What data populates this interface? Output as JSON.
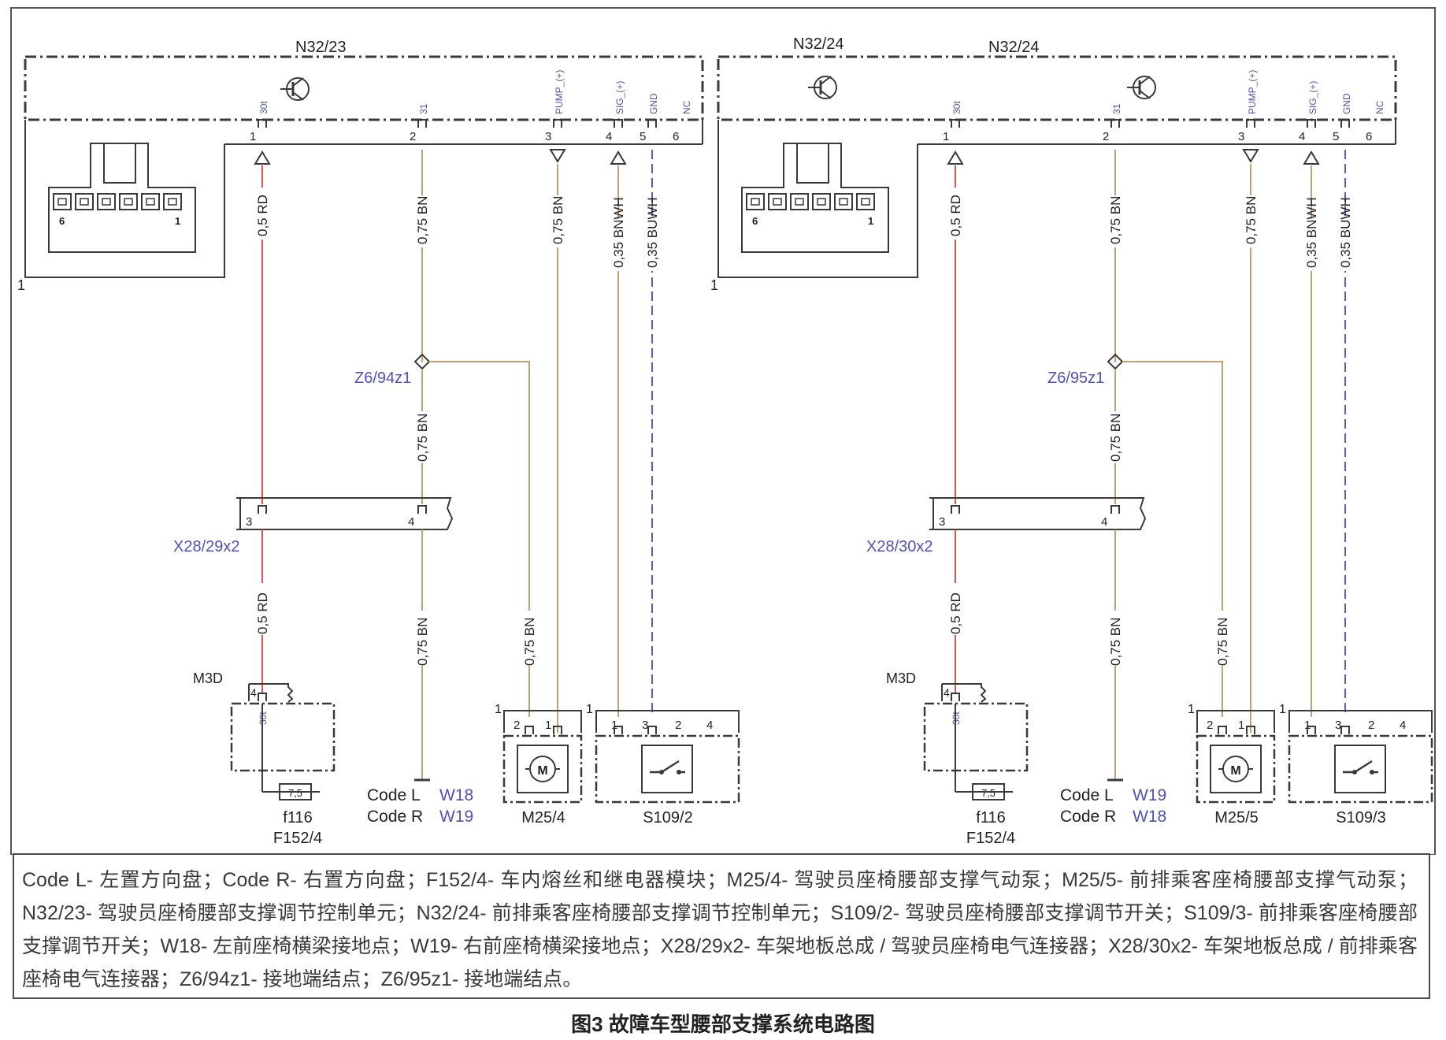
{
  "colors": {
    "frame": "#3a3a3a",
    "wire_red": "#d9534f",
    "wire_brown": "#c8a070",
    "wire_blue": "#5b5bd6",
    "pin_label": "#5050b8",
    "text": "#222222"
  },
  "blocks": [
    {
      "id": "left",
      "control_unit": "N32/23",
      "pin_functions": [
        "30t",
        "31",
        "PUMP_(+)",
        "SIG_(+)",
        "GND",
        "NC"
      ],
      "pin_numbers": [
        "1",
        "2",
        "3",
        "4",
        "5",
        "6"
      ],
      "connector_pins": [
        "6",
        "1"
      ],
      "corner_label": "1",
      "wires": [
        "0,5 RD",
        "0,75 BN",
        "0,75 BN",
        "0,35 BNWH",
        "0,35 BUWH"
      ],
      "ground_point": "Z6/94z1",
      "wire_bn_mid": "0,75 BN",
      "connector": "X28/29x2",
      "connector_pins_x": [
        "3",
        "4"
      ],
      "wire_rd_low": "0,5 RD",
      "wire_bn_low": "0,75 BN",
      "wire_bn_pump": "0,75 BN",
      "m3d": "M3D",
      "m3d_pin": "4",
      "m3d_pin_func": "30t",
      "fuse_value": "7,5",
      "fuse": "f116",
      "fuse_module": "F152/4",
      "code_l": "Code L",
      "code_l_ref": "W18",
      "code_r": "Code R",
      "code_r_ref": "W19",
      "pump": "M25/4",
      "pump_pins": [
        "2",
        "1"
      ],
      "pump_corner": "1",
      "pump_symbol": "M",
      "switch": "S109/2",
      "switch_pins": [
        "1",
        "3",
        "2",
        "4"
      ],
      "switch_corner": "1"
    },
    {
      "id": "right",
      "control_unit": "N32/24",
      "pin_functions": [
        "30t",
        "31",
        "PUMP_(+)",
        "SIG_(+)",
        "GND",
        "NC"
      ],
      "pin_numbers": [
        "1",
        "2",
        "3",
        "4",
        "5",
        "6"
      ],
      "connector_pins": [
        "6",
        "1"
      ],
      "corner_label": "1",
      "wires": [
        "0,5 RD",
        "0,75 BN",
        "0,75 BN",
        "0,35 BNWH",
        "0,35 BUWH"
      ],
      "ground_point": "Z6/95z1",
      "wire_bn_mid": "0,75 BN",
      "connector": "X28/30x2",
      "connector_pins_x": [
        "3",
        "4"
      ],
      "wire_rd_low": "0,5 RD",
      "wire_bn_low": "0,75 BN",
      "wire_bn_pump": "0,75 BN",
      "m3d": "M3D",
      "m3d_pin": "4",
      "m3d_pin_func": "30t",
      "fuse_value": "7,5",
      "fuse": "f116",
      "fuse_module": "F152/4",
      "code_l": "Code L",
      "code_l_ref": "W19",
      "code_r": "Code R",
      "code_r_ref": "W18",
      "pump": "M25/5",
      "pump_pins": [
        "2",
        "1"
      ],
      "pump_corner": "1",
      "pump_symbol": "M",
      "switch": "S109/3",
      "switch_pins": [
        "1",
        "3",
        "2",
        "4"
      ],
      "switch_corner": "1"
    }
  ],
  "right_extra_title": "N32/24",
  "legend": "Code L- 左置方向盘；Code R- 右置方向盘；F152/4- 车内熔丝和继电器模块；M25/4- 驾驶员座椅腰部支撑气动泵；M25/5- 前排乘客座椅腰部支撑气动泵；N32/23- 驾驶员座椅腰部支撑调节控制单元；N32/24- 前排乘客座椅腰部支撑调节控制单元；S109/2- 驾驶员座椅腰部支撑调节开关；S109/3- 前排乘客座椅腰部支撑调节开关；W18- 左前座椅横梁接地点；W19- 右前座椅横梁接地点；X28/29x2- 车架地板总成 / 驾驶员座椅电气连接器；X28/30x2- 车架地板总成 / 前排乘客座椅电气连接器；Z6/94z1- 接地端结点；Z6/95z1- 接地端结点。",
  "caption": "图3 故障车型腰部支撑系统电路图"
}
